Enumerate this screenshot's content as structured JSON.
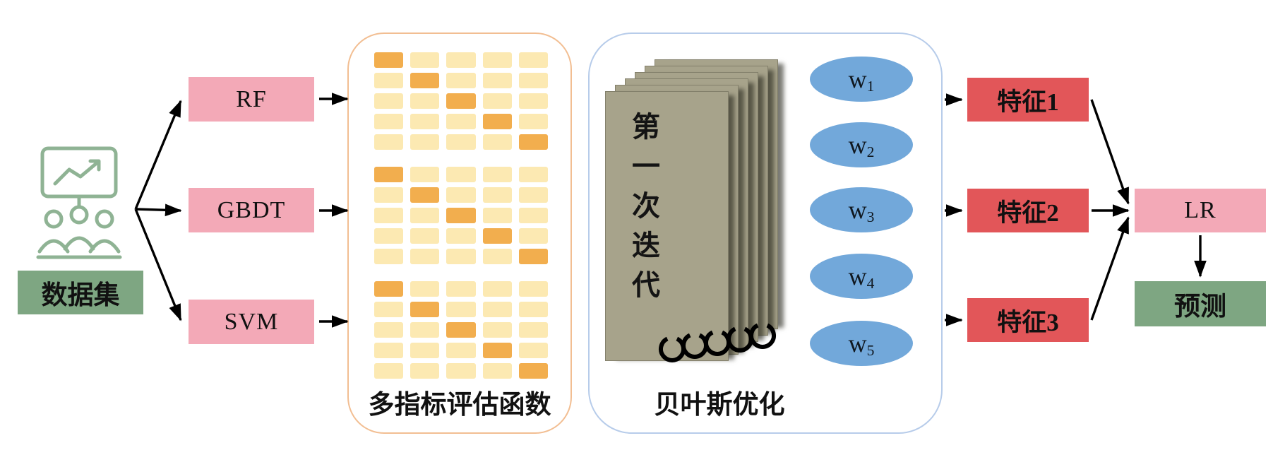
{
  "colors": {
    "model_pink": "#F3A9B7",
    "feature_red": "#E25659",
    "dataset_green": "#7EA682",
    "weight_blue": "#72A8DA",
    "eval_border_orange": "#F2BE92",
    "bayes_border_blue": "#B7CCEA",
    "cell_light": "#FCE9B2",
    "cell_dark": "#F2AE4E",
    "page_olive": "#A7A38B",
    "icon_green": "#8FB394",
    "arrow_black": "#000000"
  },
  "dataset": {
    "label": "数据集"
  },
  "models": [
    {
      "label": "RF"
    },
    {
      "label": "GBDT"
    },
    {
      "label": "SVM"
    }
  ],
  "evaluation": {
    "label": "多指标评估函数",
    "grids": [
      {
        "rows": 5,
        "cols": 5,
        "dark_cells": [
          [
            0,
            0
          ],
          [
            1,
            1
          ],
          [
            2,
            2
          ],
          [
            3,
            3
          ],
          [
            4,
            4
          ]
        ]
      },
      {
        "rows": 5,
        "cols": 5,
        "dark_cells": [
          [
            0,
            0
          ],
          [
            1,
            1
          ],
          [
            2,
            2
          ],
          [
            3,
            3
          ],
          [
            4,
            4
          ]
        ]
      },
      {
        "rows": 5,
        "cols": 5,
        "dark_cells": [
          [
            0,
            0
          ],
          [
            1,
            1
          ],
          [
            2,
            2
          ],
          [
            3,
            3
          ],
          [
            4,
            4
          ]
        ]
      }
    ]
  },
  "bayesian": {
    "label": "贝叶斯优化",
    "page_text": "第一次迭代",
    "weights": [
      {
        "base": "w",
        "sub": "1"
      },
      {
        "base": "w",
        "sub": "2"
      },
      {
        "base": "w",
        "sub": "3"
      },
      {
        "base": "w",
        "sub": "4"
      },
      {
        "base": "w",
        "sub": "5"
      }
    ]
  },
  "features": [
    {
      "label": "特征1"
    },
    {
      "label": "特征2"
    },
    {
      "label": "特征3"
    }
  ],
  "lr": {
    "label": "LR"
  },
  "prediction": {
    "label": "预测"
  }
}
